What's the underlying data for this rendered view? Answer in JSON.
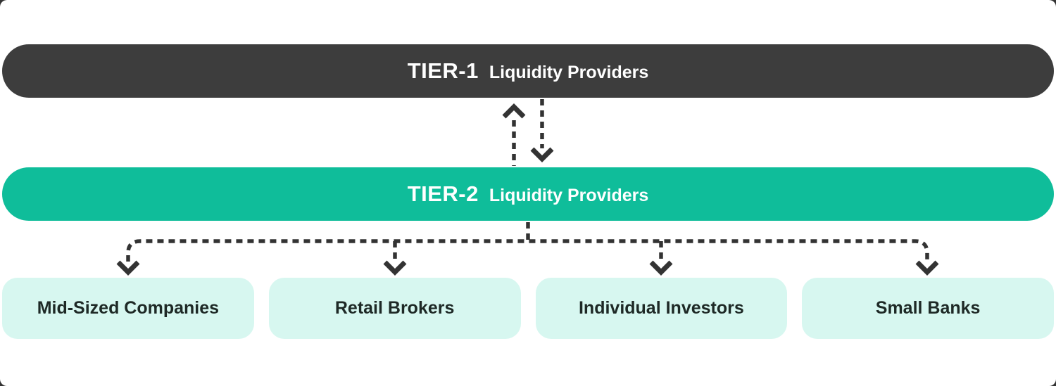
{
  "colors": {
    "canvas_bg": "#ffffff",
    "tier1_bg": "#3d3d3d",
    "tier2_bg": "#0fbd9a",
    "box_bg": "#d7f7f0",
    "bar_text": "#ffffff",
    "box_text": "#1e2926",
    "connector": "#333333"
  },
  "tier1": {
    "tier_label": "TIER-1",
    "suffix": "Liquidity Providers"
  },
  "tier2": {
    "tier_label": "TIER-2",
    "suffix": "Liquidity Providers"
  },
  "boxes": [
    {
      "label": "Mid-Sized Companies"
    },
    {
      "label": "Retail Brokers"
    },
    {
      "label": "Individual Investors"
    },
    {
      "label": "Small Banks"
    }
  ]
}
